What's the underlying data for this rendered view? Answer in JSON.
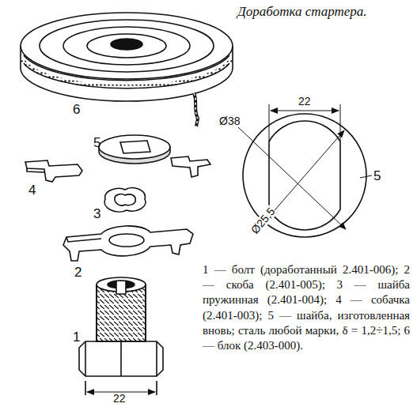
{
  "diagram": {
    "title": "Доработка стартера.",
    "caption": "1 — болт (доработанный 2.401-006); 2 — скоба (2.401-005); 3 — шайба пружинная (2.401-004); 4 — собачка (2.401-003); 5 — шайба, изготовленная вновь; сталь любой марки, δ = 1,2÷1,5; 6 — блок (2.403-000).",
    "labels": [
      "6",
      "5",
      "4",
      "3",
      "2",
      "1",
      "22",
      "Ø38",
      "Ø25,5",
      "5",
      "22"
    ]
  }
}
